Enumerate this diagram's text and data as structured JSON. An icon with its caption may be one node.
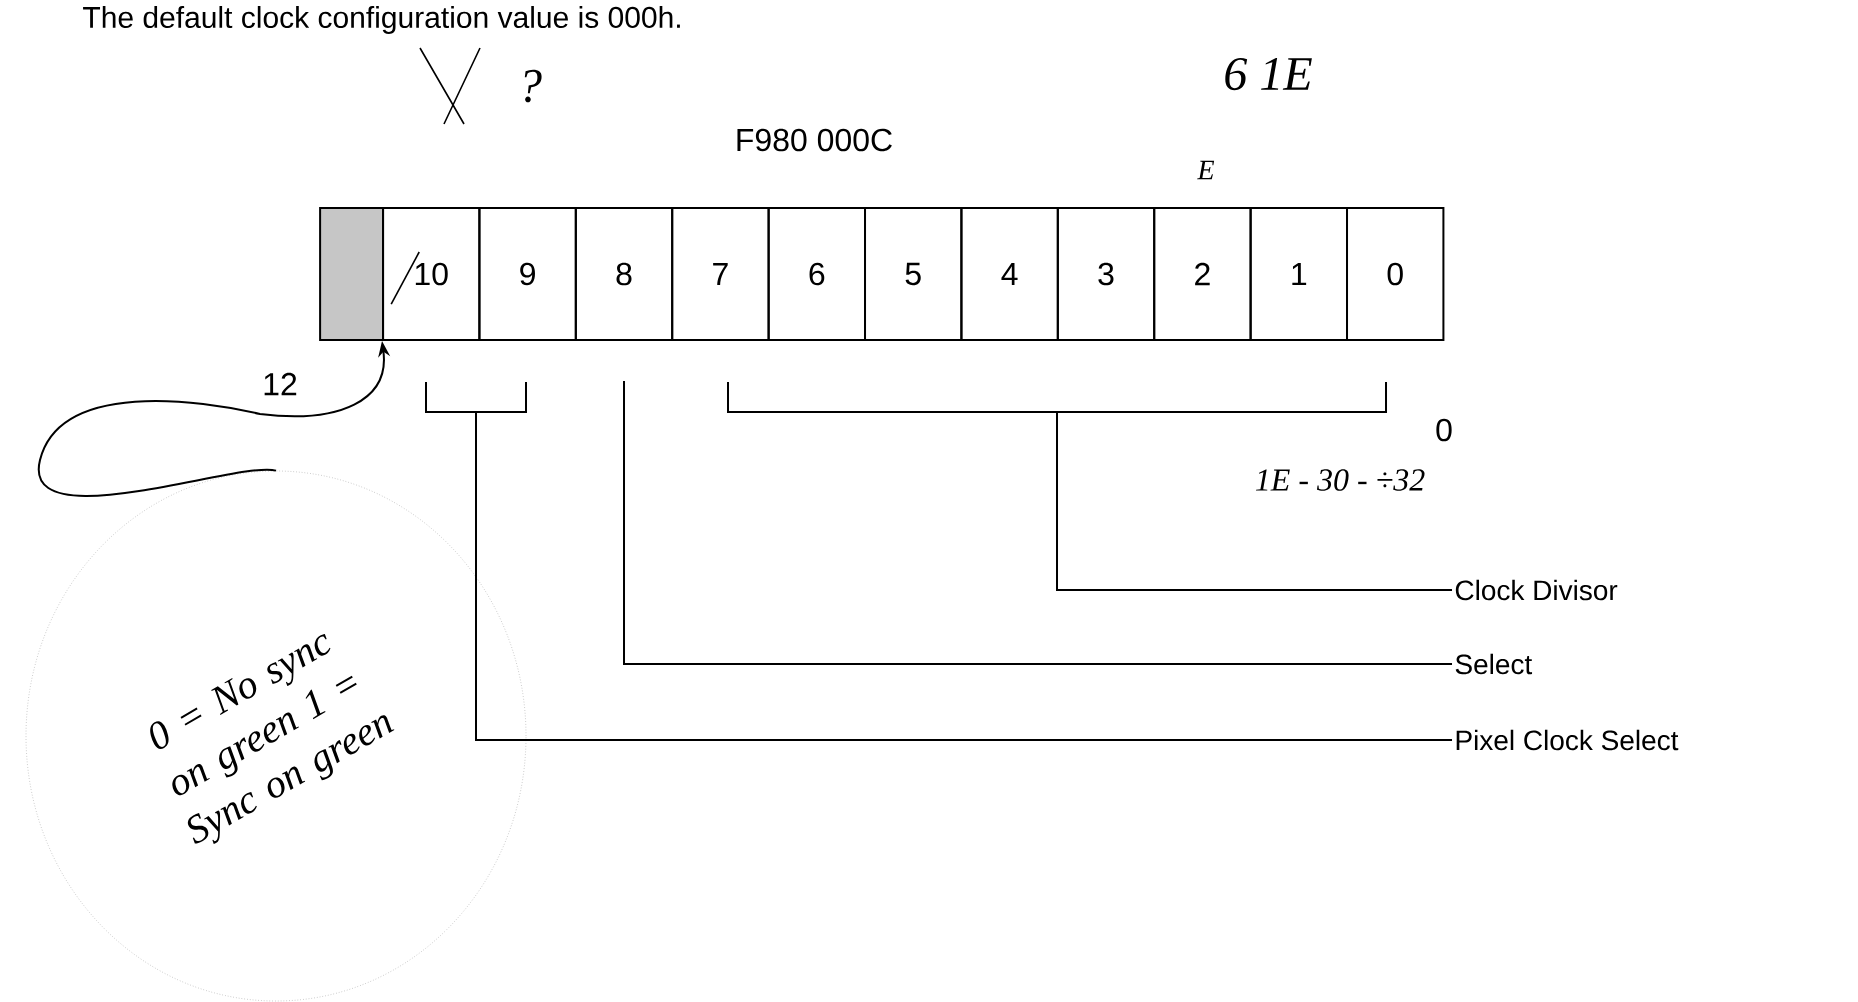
{
  "diagram": {
    "title": "The default clock configuration value is 000h.",
    "nodes": [
      {
        "text": [],
        "shape": "box"
      },
      {
        "text": [
          "10"
        ]
      },
      {
        "text": [
          "9"
        ]
      },
      {
        "text": [
          "8"
        ]
      },
      {
        "text": [
          "7"
        ]
      },
      {
        "text": [
          "6"
        ]
      },
      {
        "text": [
          "5"
        ]
      },
      {
        "text": [
          "4"
        ]
      },
      {
        "text": [
          "3"
        ]
      },
      {
        "text": [
          "2"
        ]
      },
      {
        "text": [
          "1"
        ]
      },
      {
        "text": [
          "0"
        ]
      },
      {
        "text": [],
        "shape": "bracket"
      },
      {
        "text": [],
        "shape": "bracket"
      },
      {
        "text": [
          "Clock Divisor"
        ]
      },
      {
        "text": [
          "Select"
        ]
      },
      {
        "text": [
          "Pixel Clock Select"
        ]
      },
      {
        "text": [
          "0 = No sync on green 1 = Sync on green"
        ]
      }
    ],
    "edges": [
      {
        "from": 14,
        "to": 13,
        "arrow": "none"
      },
      {
        "from": 15,
        "to": 3,
        "arrow": "none"
      },
      {
        "from": 16,
        "to": 12,
        "arrow": "none"
      },
      {
        "from": 17,
        "to": 1,
        "arrow": "to",
        "label": "12"
      }
    ],
    "labels": [
      "?",
      "6 1E",
      "F980 000C",
      "E",
      "0",
      "1E - 30 - ÷32"
    ]
  }
}
